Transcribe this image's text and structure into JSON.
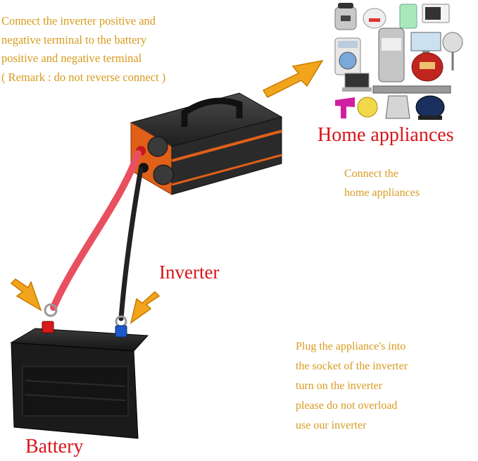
{
  "instructions": {
    "top_lines": [
      "Connect the inverter positive and",
      "negative terminal to the battery",
      "positive and negative terminal",
      "( Remark : do not reverse connect )"
    ],
    "connect_lines": [
      "Connect the",
      "home appliances"
    ],
    "bottom_lines": [
      "Plug the appliance's into",
      "the socket of the inverter",
      "turn on the inverter",
      "please do not overload",
      "use our inverter"
    ]
  },
  "labels": {
    "home_appliances": "Home appliances",
    "inverter": "Inverter",
    "battery": "Battery"
  },
  "colors": {
    "instruction_text": "#d89a1e",
    "label_text": "#d8141a",
    "arrow_fill": "#f2a51c",
    "inverter_orange": "#e0601a",
    "inverter_body": "#2a2a2a",
    "battery_body": "#1b1b1b",
    "positive_cable": "#e8505f",
    "negative_cable": "#222222",
    "positive_terminal": "#d81b1b",
    "negative_terminal": "#1f58c8"
  },
  "icons": [
    "arrow-icon",
    "inverter-icon",
    "battery-icon",
    "appliance-icons",
    "cable-icon"
  ]
}
